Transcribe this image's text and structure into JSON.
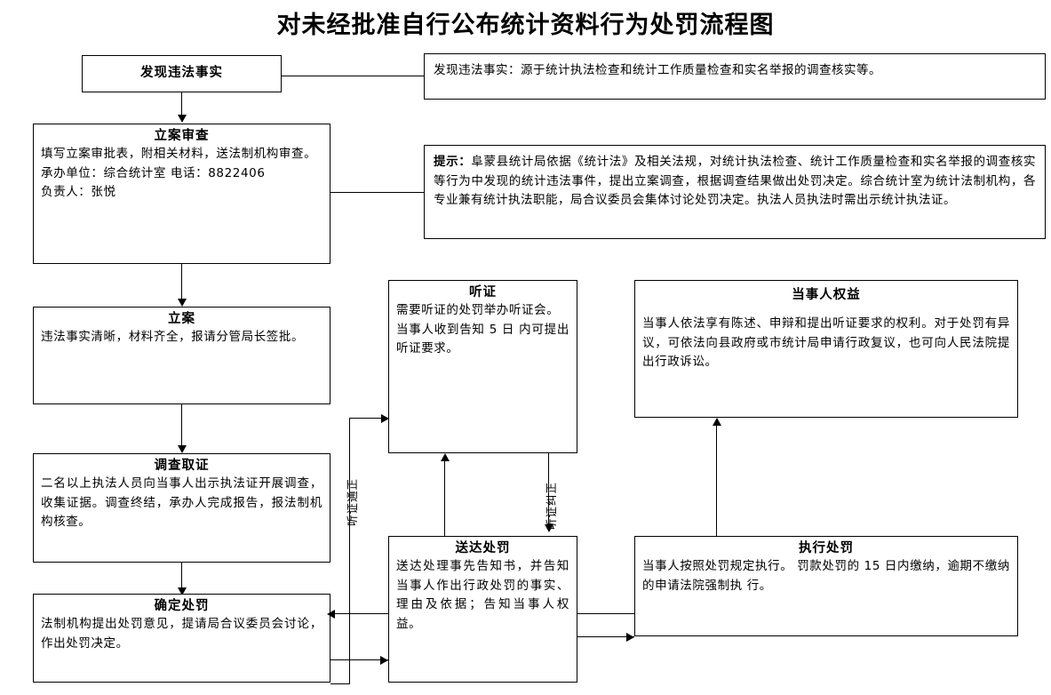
{
  "title": "对未经批准自行公布统计资料行为处罚流程图",
  "boxes": {
    "discover": {
      "title": "发现违法事实",
      "body": ""
    },
    "filing_review": {
      "title": "立案审查",
      "line1": "填写立案审批表，附相关材料，送法制机构审查。",
      "line2": "承办单位：综合统计室 电话：8822406",
      "line3": "负责人：张悦"
    },
    "filing": {
      "title": "立案",
      "body": "违法事实清晰，材料齐全，报请分管局长签批。"
    },
    "investigation": {
      "title": "调查取证",
      "body": "二名以上执法人员向当事人出示执法证开展调查，收集证据。调查终结，承办人完成报告，报法制机构核查。"
    },
    "decide_penalty": {
      "title": "确定处罚",
      "body": "法制机构提出处罚意见，提请局合议委员会讨论，作出处罚决定。"
    },
    "hearing": {
      "title": "听证",
      "line1": "需要听证的处罚举办听证会。",
      "line2": "当事人收到告知 5 日 内可提出听证要求。"
    },
    "serve_penalty": {
      "title": "送达处罚",
      "body": "送达处理事先告知书，并告知当事人作出行政处罚的事实、理由及依据；告知当事人权益。"
    },
    "party_rights": {
      "title": "当事人权益",
      "body": "当事人依法享有陈述、申辩和提出听证要求的权利。对于处罚有异议，可依法向县政府或市统计局申请行政复议，也可向人民法院提出行政诉讼。"
    },
    "execute_penalty": {
      "title": "执行处罚",
      "body": "当事人按照处罚规定执行。 罚款处罚的 15 日内缴纳，逾期不缴纳的申请法院强制执 行。"
    }
  },
  "notes": {
    "discover_note": "发现违法事实：源于统计执法检查和统计工作质量检查和实名举报的调查核实等。",
    "tip_label": "提示：",
    "tip_text": "阜蒙县统计局依据《统计法》及相关法规，对统计执法检查、统计工作质量检查和实名举报的调查核实等行为中发现的统计违法事件，提出立案调查，根据调查结果做出处罚决定。综合统计室为统计法制机构，各专业兼有统计执法职能，局合议委员会集体讨论处罚决定。执法人员执法时需出示统计执法证。"
  },
  "edge_labels": {
    "hearing_request": "听证通正",
    "hearing_correction": "听证纠正"
  },
  "colors": {
    "line": "#000000",
    "background": "#ffffff",
    "text": "#000000"
  }
}
